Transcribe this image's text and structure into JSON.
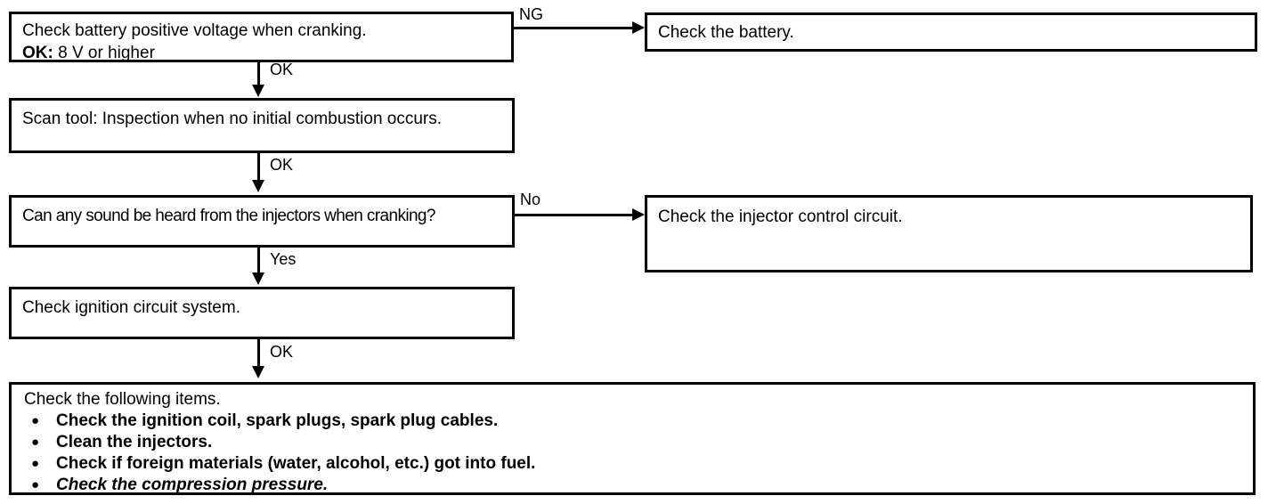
{
  "diagram": {
    "title": "No initial combustion troubleshooting flowchart",
    "colors": {
      "line": "#000000",
      "background": "#ffffff"
    },
    "boxes": {
      "battery_voltage_check": {
        "line1": "Check battery positive voltage when cranking.",
        "ok_label": "OK:",
        "ok_value": " 8 V or higher"
      },
      "check_battery": {
        "text": "Check the battery."
      },
      "scan_tool": {
        "text": "Scan tool: Inspection when no initial combustion occurs."
      },
      "injector_sound": {
        "text": "Can any sound be heard from the injectors when cranking?"
      },
      "injector_circuit": {
        "text": "Check the injector control circuit."
      },
      "ignition_circuit": {
        "text": "Check ignition circuit system."
      },
      "following_items": {
        "heading": "Check the following items.",
        "items": [
          {
            "text": "Check the ignition coil, spark plugs, spark plug cables.",
            "bullet": "●",
            "italic": false
          },
          {
            "text": "Clean the injectors.",
            "bullet": "●",
            "italic": false
          },
          {
            "text": "Check if foreign materials (water, alcohol, etc.) got into fuel.",
            "bullet": "●",
            "italic": false
          },
          {
            "text": "Check the compression pressure.",
            "bullet": "●",
            "italic": true
          }
        ]
      }
    },
    "edge_labels": {
      "ng_1": "NG",
      "ok_1": "OK",
      "ok_2": "OK",
      "no_1": "No",
      "yes_1": "Yes",
      "ok_3": "OK"
    }
  }
}
